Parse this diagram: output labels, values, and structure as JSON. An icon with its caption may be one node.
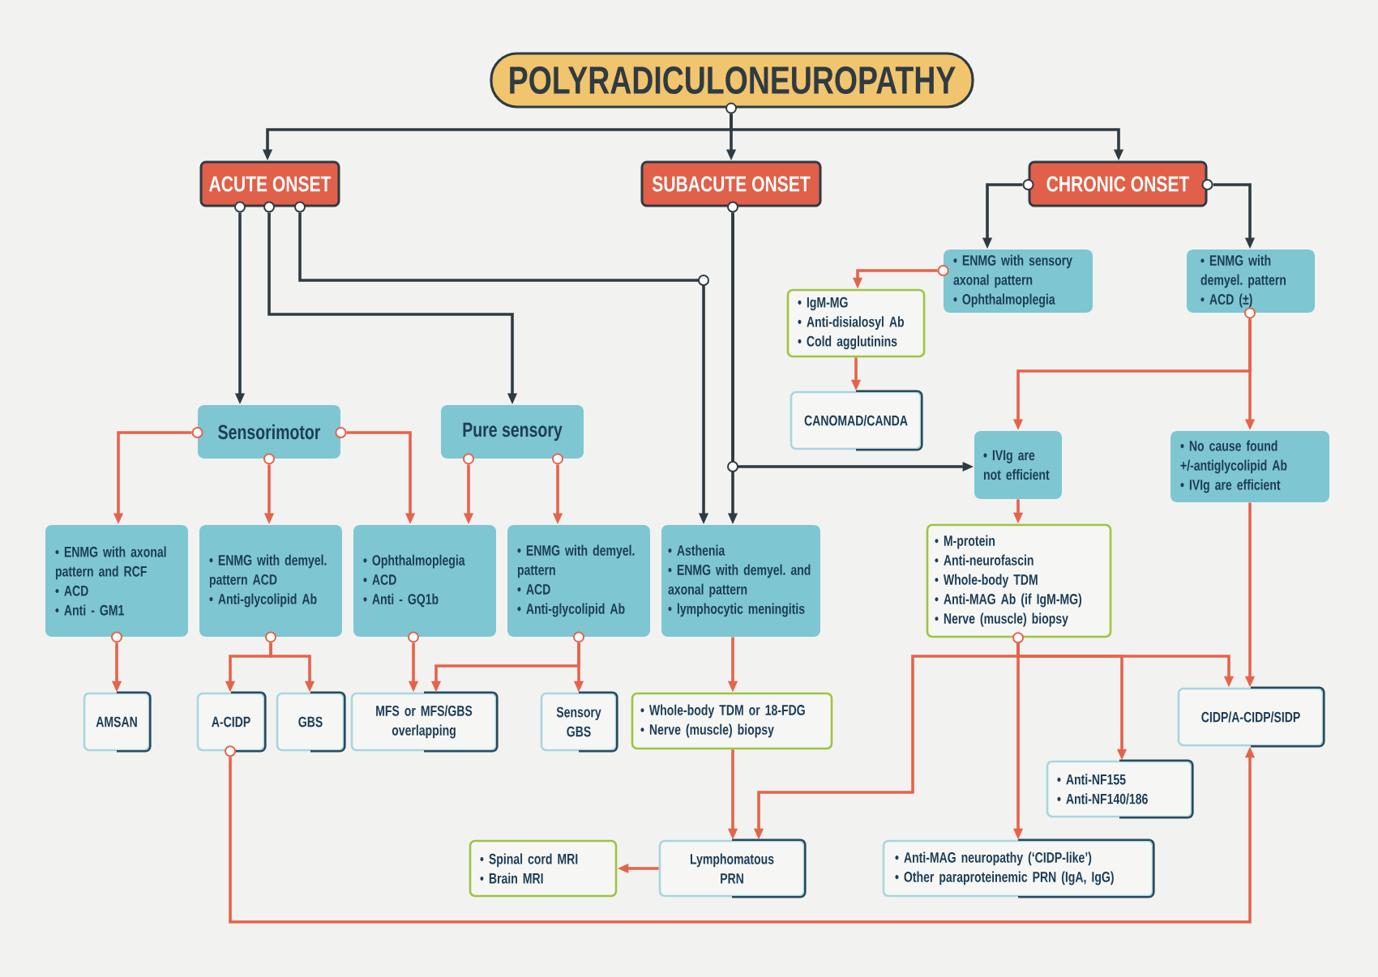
{
  "diagram": {
    "nodes": [
      {
        "text": [
          "POLYRADICULONEUROPATHY"
        ]
      },
      {
        "text": [
          "ACUTE ONSET"
        ]
      },
      {
        "text": [
          "SUBACUTE ONSET"
        ]
      },
      {
        "text": [
          "CHRONIC ONSET"
        ]
      },
      {
        "text": [
          "Sensorimotor"
        ]
      },
      {
        "text": [
          "Pure sensory"
        ]
      },
      {
        "text": [
          "• ENMG with sensory axonal pattern",
          "• Ophthalmoplegia"
        ]
      },
      {
        "text": [
          "• ENMG with demyel. pattern",
          "• ACD (±)"
        ]
      },
      {
        "text": [
          "• IgM-MG",
          "• Anti-disialosyl Ab",
          "• Cold agglutinins"
        ]
      },
      {
        "text": [
          "CANOMAD/CANDA"
        ]
      },
      {
        "text": [
          "• IVIg are not efficient"
        ]
      },
      {
        "text": [
          "• No cause found +/-antiglycolipid Ab",
          "• IVIg are efficient"
        ]
      },
      {
        "text": [
          "• ENMG with axonal pattern and RCF",
          "• ACD",
          "• Anti - GM1"
        ]
      },
      {
        "text": [
          "• ENMG with demyel. pattern ACD",
          "• Anti-glycolipid Ab"
        ]
      },
      {
        "text": [
          "• Ophthalmoplegia",
          "• ACD",
          "• Anti - GQ1b"
        ]
      },
      {
        "text": [
          "• ENMG with demyel. pattern",
          "• ACD",
          "• Anti-glycolipid Ab"
        ]
      },
      {
        "text": [
          "• Asthenia",
          "• ENMG with demyel. and axonal pattern",
          "• lymphocytic meningitis"
        ]
      },
      {
        "text": [
          "• M-protein",
          "• Anti-neurofascin",
          "• Whole-body TDM",
          "• Anti-MAG Ab (if IgM-MG)",
          "• Nerve (muscle) biopsy"
        ]
      },
      {
        "text": [
          "AMSAN"
        ]
      },
      {
        "text": [
          "A-CIDP"
        ]
      },
      {
        "text": [
          "GBS"
        ]
      },
      {
        "text": [
          "MFS or MFS/GBS overlapping"
        ]
      },
      {
        "text": [
          "Sensory GBS"
        ]
      },
      {
        "text": [
          "• Whole-body TDM or 18-FDG",
          "• Nerve (muscle) biopsy"
        ]
      },
      {
        "text": [
          "CIDP/A-CIDP/SIDP"
        ]
      },
      {
        "text": [
          "• Anti-NF155",
          "• Anti-NF140/186"
        ]
      },
      {
        "text": [
          "• Spinal cord MRI",
          "• Brain MRI"
        ]
      },
      {
        "text": [
          "Lymphomatous PRN"
        ]
      },
      {
        "text": [
          "• Anti-MAG neuropathy (‘CIDP-like’)",
          "• Other paraproteinemic PRN (IgA, IgG)"
        ]
      }
    ],
    "edges": [
      {
        "from": 0,
        "to": 1,
        "arrow": "to",
        "color": "#2f3b42"
      },
      {
        "from": 0,
        "to": 2,
        "arrow": "to",
        "color": "#2f3b42"
      },
      {
        "from": 0,
        "to": 3,
        "arrow": "to",
        "color": "#2f3b42"
      },
      {
        "from": 1,
        "to": 4,
        "arrow": "to",
        "color": "#2f3b42"
      },
      {
        "from": 1,
        "to": 5,
        "arrow": "to",
        "color": "#2f3b42"
      },
      {
        "from": 1,
        "to": 16,
        "arrow": "to",
        "color": "#2f3b42"
      },
      {
        "from": 2,
        "to": 16,
        "arrow": "to",
        "color": "#2f3b42"
      },
      {
        "from": 2,
        "to": 10,
        "arrow": "to",
        "color": "#2f3b42"
      },
      {
        "from": 3,
        "to": 6,
        "arrow": "to",
        "color": "#2f3b42"
      },
      {
        "from": 3,
        "to": 7,
        "arrow": "to",
        "color": "#2f3b42"
      },
      {
        "from": 4,
        "to": 12,
        "arrow": "to"
      },
      {
        "from": 4,
        "to": 13,
        "arrow": "to"
      },
      {
        "from": 4,
        "to": 14,
        "arrow": "to"
      },
      {
        "from": 5,
        "to": 14,
        "arrow": "to"
      },
      {
        "from": 5,
        "to": 15,
        "arrow": "to"
      },
      {
        "from": 12,
        "to": 18,
        "arrow": "to"
      },
      {
        "from": 13,
        "to": 19,
        "arrow": "to"
      },
      {
        "from": 13,
        "to": 20,
        "arrow": "to"
      },
      {
        "from": 14,
        "to": 21,
        "arrow": "to"
      },
      {
        "from": 15,
        "to": 21,
        "arrow": "to"
      },
      {
        "from": 15,
        "to": 22,
        "arrow": "to"
      },
      {
        "from": 16,
        "to": 23,
        "arrow": "to"
      },
      {
        "from": 23,
        "to": 27,
        "arrow": "to"
      },
      {
        "from": 27,
        "to": 26,
        "arrow": "to"
      },
      {
        "from": 17,
        "to": 27,
        "arrow": "to"
      },
      {
        "from": 17,
        "to": 28,
        "arrow": "to"
      },
      {
        "from": 17,
        "to": 25,
        "arrow": "to"
      },
      {
        "from": 17,
        "to": 24,
        "arrow": "to"
      },
      {
        "from": 11,
        "to": 24,
        "arrow": "to"
      },
      {
        "from": 7,
        "to": 10,
        "arrow": "to"
      },
      {
        "from": 7,
        "to": 11,
        "arrow": "to"
      },
      {
        "from": 6,
        "to": 8,
        "arrow": "to"
      },
      {
        "from": 8,
        "to": 9,
        "arrow": "to"
      },
      {
        "from": 10,
        "to": 17,
        "arrow": "to"
      },
      {
        "from": 19,
        "to": 24,
        "arrow": "to"
      }
    ]
  }
}
